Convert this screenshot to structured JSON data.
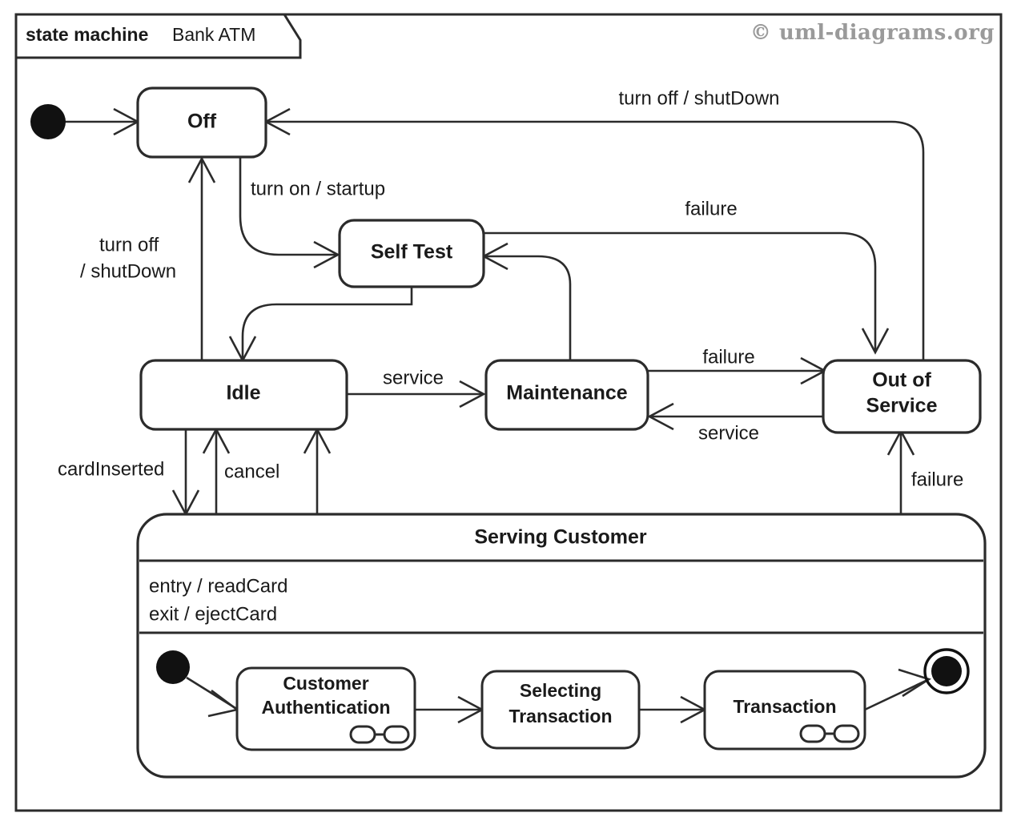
{
  "frame": {
    "kind_label": "state machine",
    "name_label": "Bank ATM",
    "copyright": "© uml-diagrams.org"
  },
  "states": {
    "off": "Off",
    "self_test": "Self Test",
    "idle": "Idle",
    "maintenance": "Maintenance",
    "out_of_service": "Out of\nService",
    "out_of_service_line1": "Out of",
    "out_of_service_line2": "Service",
    "serving_customer": "Serving Customer"
  },
  "serving_customer": {
    "title": "Serving Customer",
    "activities": [
      "entry / readCard",
      "exit / ejectCard"
    ],
    "substates": {
      "customer_authentication_line1": "Customer",
      "customer_authentication_line2": "Authentication",
      "selecting_transaction_line1": "Selecting",
      "selecting_transaction_line2": "Transaction",
      "transaction": "Transaction"
    }
  },
  "transitions": {
    "turn_on_startup": "turn on / startup",
    "turn_off_shutdown_left_line1": "turn off",
    "turn_off_shutdown_left_line2": "/ shutDown",
    "turn_off_shutdown_top": "turn off / shutDown",
    "failure_self_test": "failure",
    "failure_maintenance": "failure",
    "failure_serving": "failure",
    "service_idle_maintenance": "service",
    "service_out_maintenance": "service",
    "card_inserted": "cardInserted",
    "cancel": "cancel"
  },
  "colors": {
    "stroke": "#2b2b2b",
    "text": "#1a1a1a",
    "background": "#ffffff",
    "copyright": "#9a9a9a",
    "node": "#111111"
  }
}
